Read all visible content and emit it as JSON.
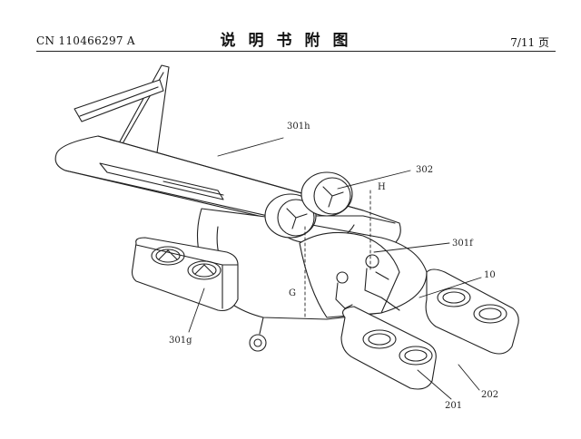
{
  "header": {
    "doc_id": "CN 110466297 A",
    "title": "说明书附图",
    "page": "7/11 页"
  },
  "figure": {
    "labels": {
      "l_301h": "301h",
      "l_302": "302",
      "l_H": "H",
      "l_301f": "301f",
      "l_10": "10",
      "l_G": "G",
      "l_301g": "301g",
      "l_201": "201",
      "l_202": "202"
    }
  }
}
